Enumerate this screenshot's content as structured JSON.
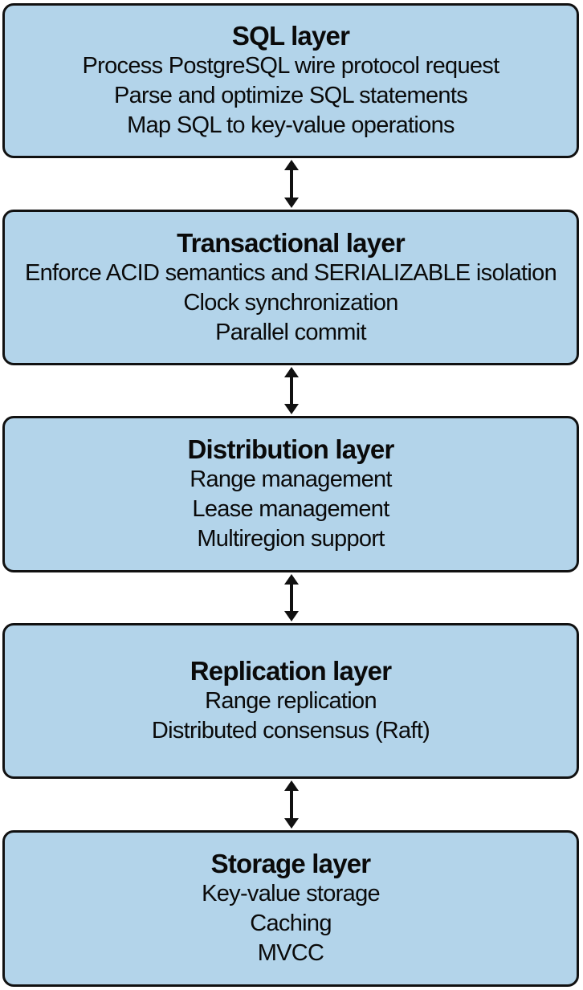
{
  "layers": [
    {
      "title": "SQL layer",
      "items": [
        "Process PostgreSQL wire protocol request",
        "Parse and optimize SQL statements",
        "Map SQL to key-value operations"
      ]
    },
    {
      "title": "Transactional layer",
      "items": [
        "Enforce ACID semantics and SERIALIZABLE isolation",
        "Clock synchronization",
        "Parallel commit"
      ]
    },
    {
      "title": "Distribution layer",
      "items": [
        "Range management",
        "Lease management",
        "Multiregion support"
      ]
    },
    {
      "title": "Replication layer",
      "items": [
        "Range replication",
        "Distributed consensus (Raft)"
      ]
    },
    {
      "title": "Storage layer",
      "items": [
        "Key-value storage",
        "Caching",
        "MVCC"
      ]
    }
  ],
  "colors": {
    "box_fill": "#b3d4ea",
    "box_border": "#111111",
    "text": "#0a0a0a",
    "arrow": "#111111"
  }
}
